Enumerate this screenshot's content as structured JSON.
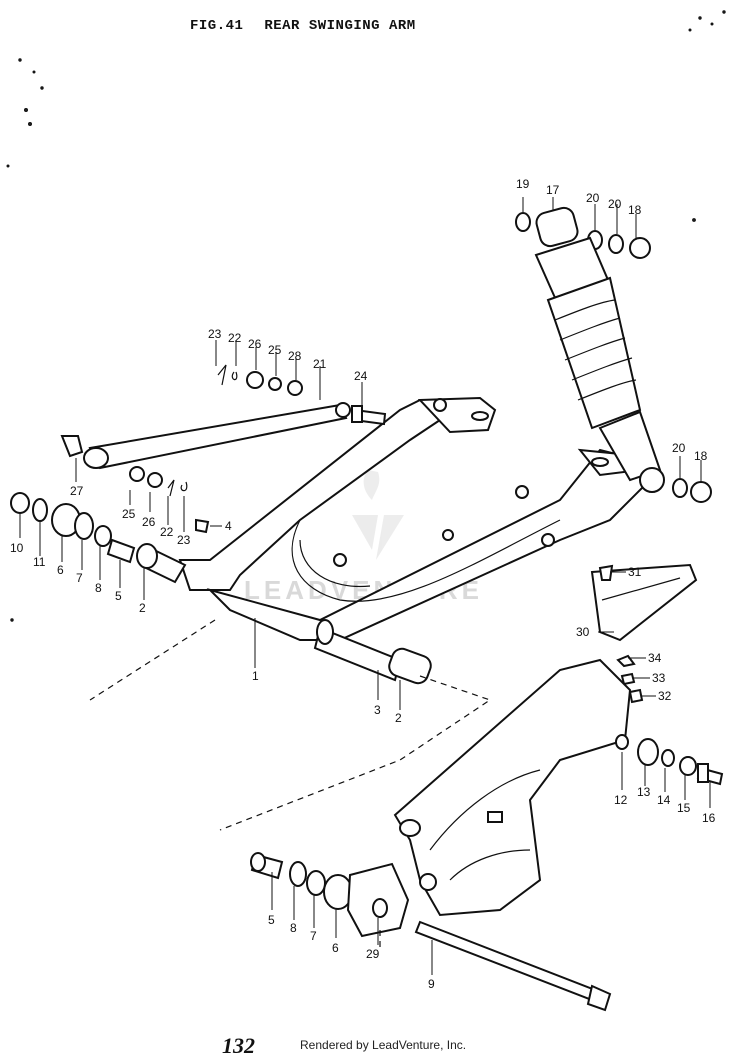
{
  "header": {
    "figure_number": "FIG.41",
    "figure_title": "REAR SWINGING ARM"
  },
  "footer": {
    "page_number": "132",
    "credit": "Rendered by LeadVenture, Inc."
  },
  "watermark": {
    "text": "LEADVENTURE"
  },
  "callouts": [
    "19",
    "17",
    "20",
    "20",
    "18",
    "23",
    "22",
    "26",
    "25",
    "28",
    "21",
    "24",
    "27",
    "20",
    "18",
    "25",
    "26",
    "22",
    "23",
    "4",
    "10",
    "11",
    "6",
    "7",
    "8",
    "5",
    "2",
    "1",
    "3",
    "2",
    "31",
    "30",
    "34",
    "33",
    "32",
    "12",
    "13",
    "14",
    "15",
    "16",
    "5",
    "8",
    "7",
    "6",
    "29",
    "9"
  ]
}
